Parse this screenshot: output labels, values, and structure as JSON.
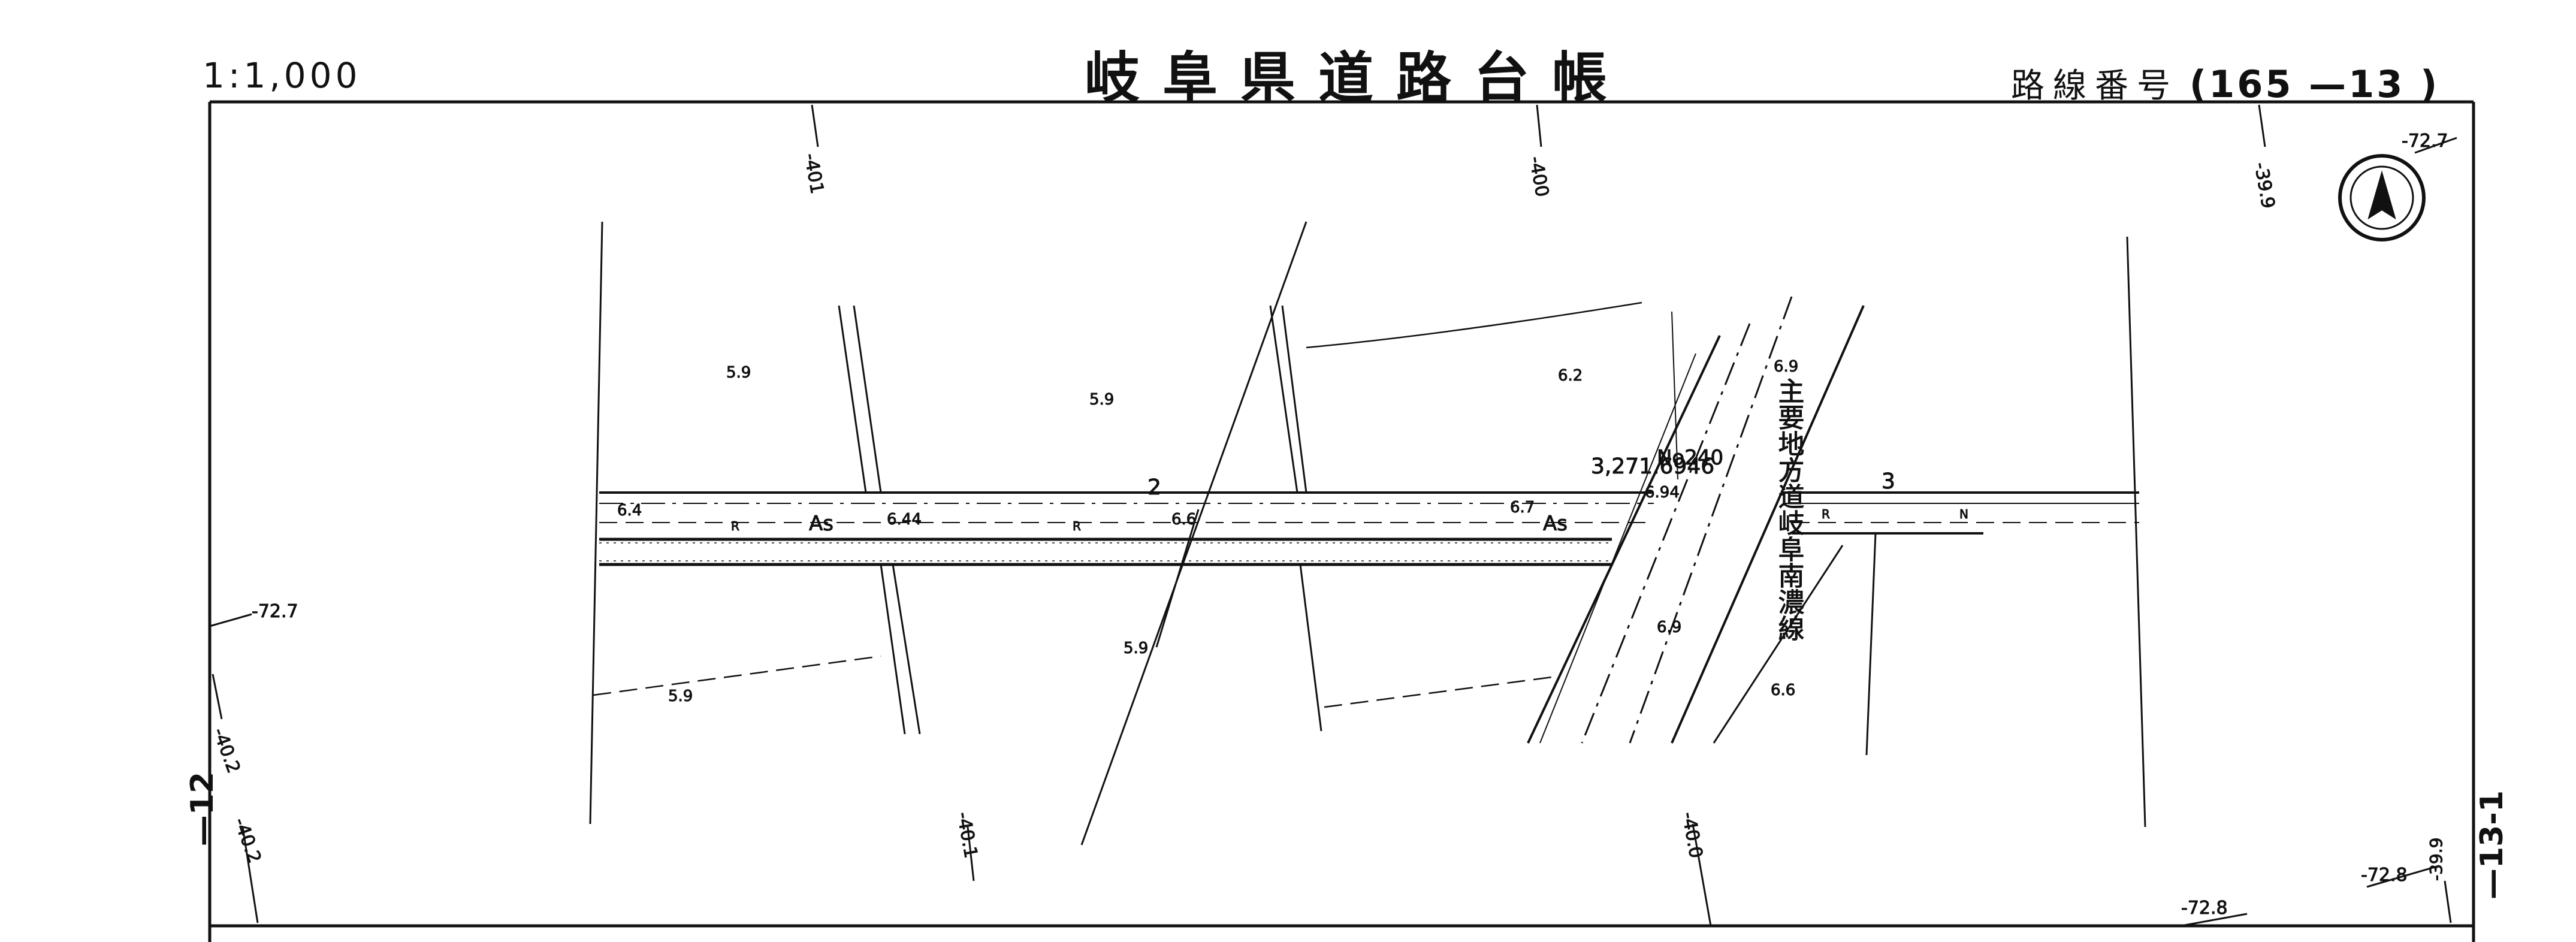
{
  "header": {
    "scale": "1:1,000",
    "title": "岐阜県道路台帳",
    "route_label": "路線番号",
    "route_number": "(165 —13 )"
  },
  "sheets": {
    "left": "—12",
    "right": "—13-1"
  },
  "road": {
    "name": "主要地方道岐阜南濃線",
    "station": "No240",
    "distance": "3,271.6946",
    "surface": "As",
    "line_marks": [
      "R",
      "R",
      "R",
      "N"
    ]
  },
  "contours": [
    "-401",
    "-400",
    "-39.9",
    "-72.7",
    "-72.7",
    "-40.2",
    "-40.2",
    "-40.1",
    "-40.0",
    "-72.8",
    "-72.8",
    "-39.9"
  ],
  "elevations": [
    "5.9",
    "5.9",
    "6.2",
    "6.4",
    "6.44",
    "6.6",
    "6.7",
    "6.94",
    "6.9",
    "6.9",
    "5.9",
    "5.9",
    "6.6"
  ],
  "markers": [
    "2",
    "3"
  ],
  "north_arrow": "north-arrow-icon",
  "colors": {
    "ink": "#111111",
    "paper": "#ffffff"
  }
}
